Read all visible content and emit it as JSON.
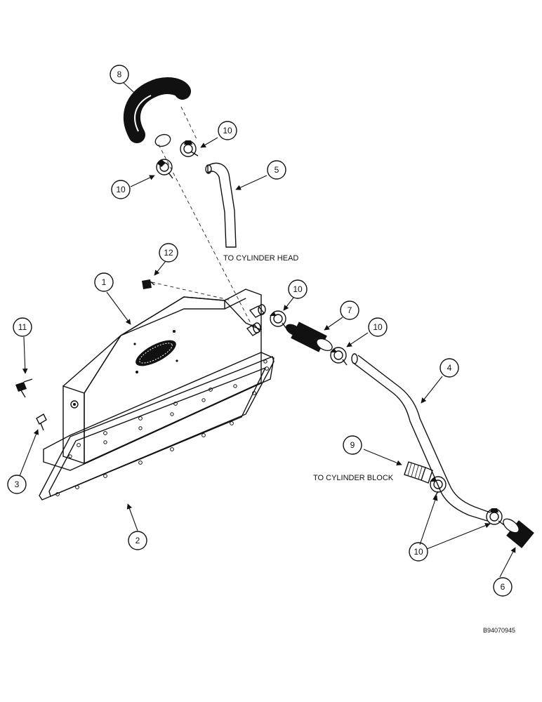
{
  "callouts": [
    {
      "id": "c1",
      "number": "1"
    },
    {
      "id": "c2",
      "number": "2"
    },
    {
      "id": "c3",
      "number": "3"
    },
    {
      "id": "c4",
      "number": "4"
    },
    {
      "id": "c5",
      "number": "5"
    },
    {
      "id": "c6",
      "number": "6"
    },
    {
      "id": "c7",
      "number": "7"
    },
    {
      "id": "c8",
      "number": "8"
    },
    {
      "id": "c9",
      "number": "9"
    },
    {
      "id": "c10a",
      "number": "10"
    },
    {
      "id": "c10b",
      "number": "10"
    },
    {
      "id": "c10c",
      "number": "10"
    },
    {
      "id": "c10d",
      "number": "10"
    },
    {
      "id": "c10e",
      "number": "10"
    },
    {
      "id": "c11",
      "number": "11"
    },
    {
      "id": "c12",
      "number": "12"
    }
  ],
  "notes": {
    "cylinder_head": "TO CYLINDER HEAD",
    "cylinder_block": "TO CYLINDER BLOCK"
  },
  "figure_code": "B94070945"
}
